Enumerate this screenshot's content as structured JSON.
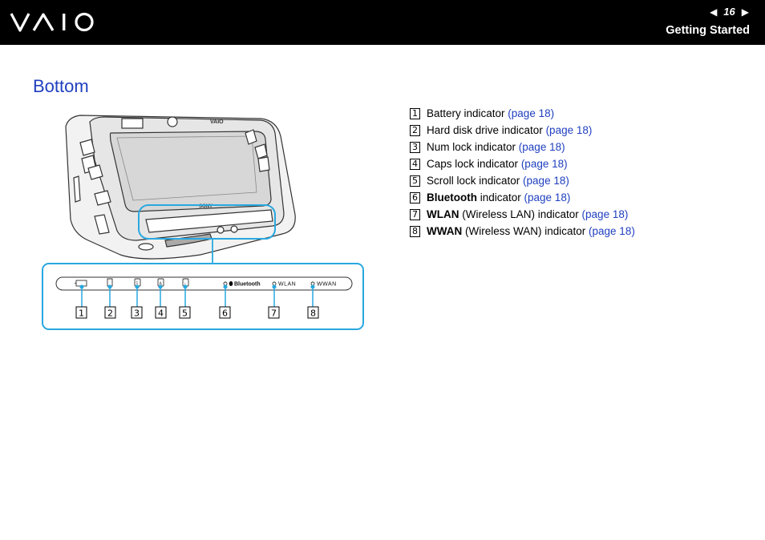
{
  "header": {
    "logo": "VAIO",
    "page_number": "16",
    "prev_arrow": "◀",
    "next_arrow": "▶",
    "section": "Getting Started"
  },
  "page_title": "Bottom",
  "diagram": {
    "device_brand": "SONY",
    "device_logo": "VAIO",
    "indicator_labels": {
      "bluetooth": "Bluetooth",
      "wlan": "WLAN",
      "wwan": "WWAN"
    },
    "callouts": [
      "1",
      "2",
      "3",
      "4",
      "5",
      "6",
      "7",
      "8"
    ]
  },
  "legend": [
    {
      "num": "1",
      "bold": "",
      "text": "Battery indicator ",
      "link": "(page 18)"
    },
    {
      "num": "2",
      "bold": "",
      "text": "Hard disk drive indicator ",
      "link": "(page 18)"
    },
    {
      "num": "3",
      "bold": "",
      "text": "Num lock indicator ",
      "link": "(page 18)"
    },
    {
      "num": "4",
      "bold": "",
      "text": "Caps lock indicator ",
      "link": "(page 18)"
    },
    {
      "num": "5",
      "bold": "",
      "text": "Scroll lock indicator ",
      "link": "(page 18)"
    },
    {
      "num": "6",
      "bold": "Bluetooth",
      "text": " indicator ",
      "link": "(page 18)"
    },
    {
      "num": "7",
      "bold": "WLAN",
      "text": " (Wireless LAN) indicator ",
      "link": "(page 18)"
    },
    {
      "num": "8",
      "bold": "WWAN",
      "text": " (Wireless WAN) indicator ",
      "link": "(page 18)"
    }
  ]
}
